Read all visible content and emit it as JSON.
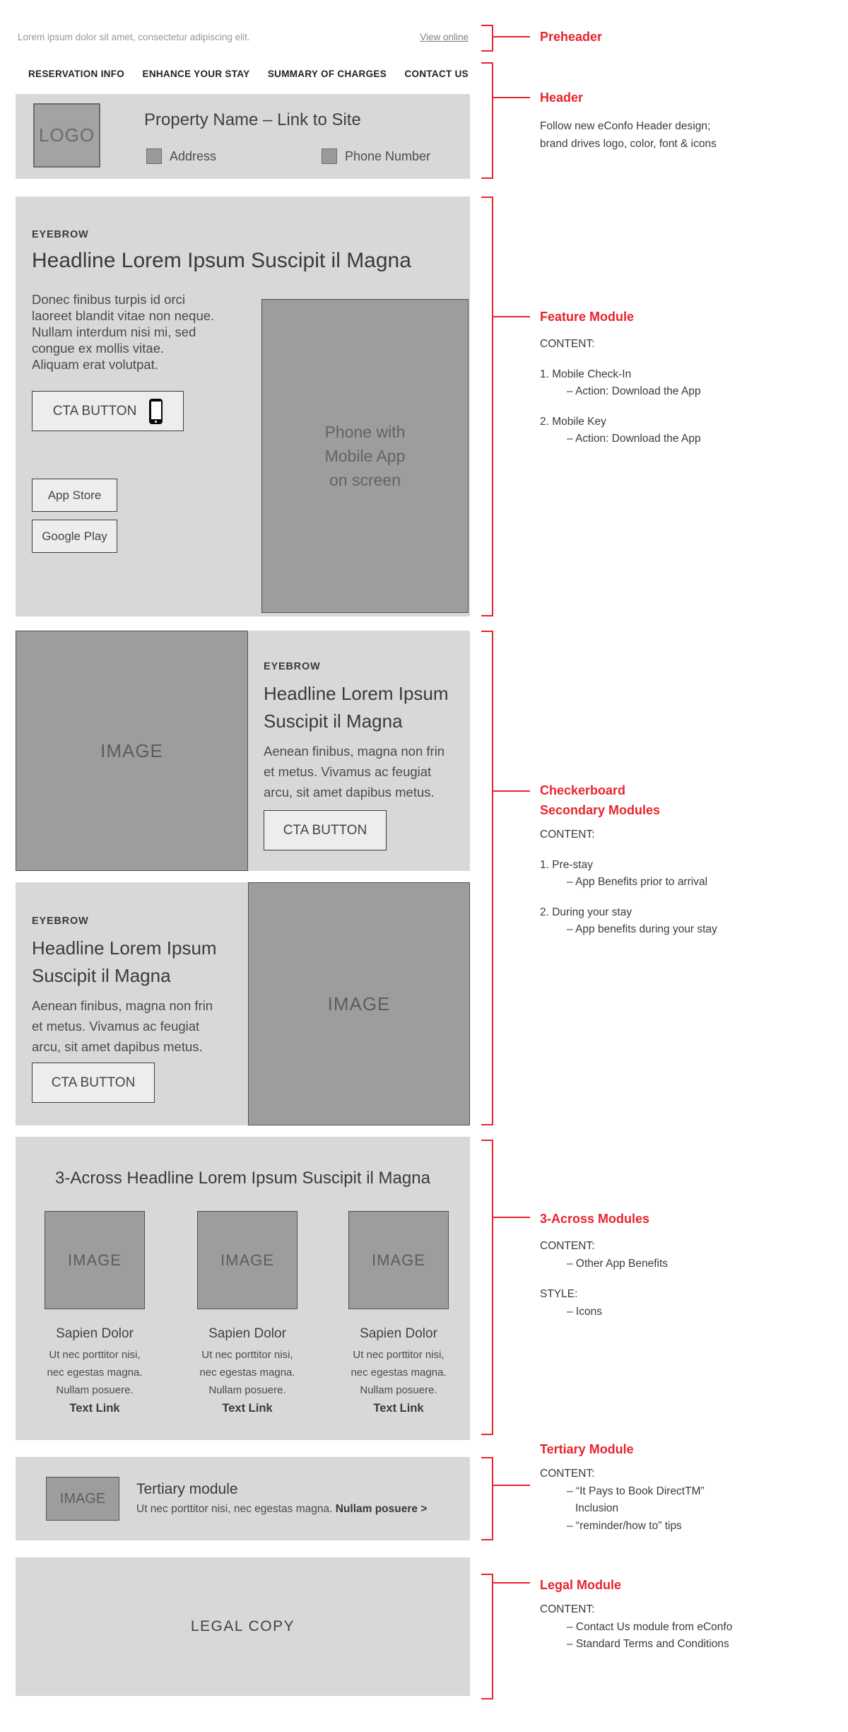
{
  "colors": {
    "accent_red": "#e9232e",
    "module_bg": "#d8d8d8",
    "placeholder_bg": "#9d9d9d"
  },
  "preheader": {
    "text": "Lorem ipsum dolor sit amet, consectetur adipiscing elit.",
    "link": "View online"
  },
  "nav": {
    "items": [
      "RESERVATION INFO",
      "ENHANCE YOUR STAY",
      "SUMMARY OF CHARGES",
      "CONTACT US"
    ]
  },
  "header": {
    "logo": "LOGO",
    "title": "Property Name – Link to Site",
    "address_label": "Address",
    "phone_label": "Phone Number"
  },
  "feature": {
    "eyebrow": "EYEBROW",
    "headline": "Headline Lorem Ipsum Suscipit il Magna",
    "body_lines": [
      "Donec finibus turpis id orci",
      "laoreet blandit vitae non neque.",
      "Nullam interdum nisi mi, sed",
      "congue ex mollis vitae.",
      "Aliquam erat volutpat."
    ],
    "cta_label": "CTA BUTTON",
    "app_store_label": "App Store",
    "google_play_label": "Google Play",
    "image_placeholder": "Phone with\nMobile App\non screen"
  },
  "checkerboard": {
    "modules": [
      {
        "image_label": "IMAGE",
        "eyebrow": "EYEBROW",
        "headline_line1": "Headline Lorem Ipsum",
        "headline_line2": "Suscipit il Magna",
        "body_lines": [
          "Aenean finibus, magna non frin",
          "et metus. Vivamus ac feugiat",
          "arcu, sit amet dapibus metus."
        ],
        "cta_label": "CTA BUTTON"
      },
      {
        "image_label": "IMAGE",
        "eyebrow": "EYEBROW",
        "headline_line1": "Headline Lorem Ipsum",
        "headline_line2": "Suscipit il Magna",
        "body_lines": [
          "Aenean finibus, magna non frin",
          "et metus. Vivamus ac feugiat",
          "arcu, sit amet dapibus metus."
        ],
        "cta_label": "CTA BUTTON"
      }
    ]
  },
  "three_across": {
    "headline": "3-Across Headline Lorem Ipsum Suscipit il Magna",
    "columns": [
      {
        "image_label": "IMAGE",
        "title": "Sapien Dolor",
        "body_lines": [
          "Ut nec porttitor nisi,",
          "nec egestas magna.",
          "Nullam posuere."
        ],
        "link": "Text Link"
      },
      {
        "image_label": "IMAGE",
        "title": "Sapien Dolor",
        "body_lines": [
          "Ut nec porttitor nisi,",
          "nec egestas magna.",
          "Nullam posuere."
        ],
        "link": "Text Link"
      },
      {
        "image_label": "IMAGE",
        "title": "Sapien Dolor",
        "body_lines": [
          "Ut nec porttitor nisi,",
          "nec egestas magna.",
          "Nullam posuere."
        ],
        "link": "Text Link"
      }
    ]
  },
  "tertiary": {
    "image_label": "IMAGE",
    "title": "Tertiary module",
    "body": "Ut nec porttitor nisi, nec egestas magna. ",
    "link": "Nullam posuere >"
  },
  "legal": {
    "placeholder": "LEGAL COPY"
  },
  "annotations": {
    "preheader": {
      "label": "Preheader"
    },
    "header": {
      "label": "Header",
      "lines": [
        "Follow new eConfo Header design;",
        "brand drives logo, color, font & icons"
      ]
    },
    "feature": {
      "label": "Feature Module",
      "content_heading": "CONTENT:",
      "item1": "1. Mobile Check-In",
      "item1_sub": "– Action: Download the App",
      "item2": "2. Mobile Key",
      "item2_sub": "– Action: Download the App"
    },
    "checkerboard": {
      "label_line1": "Checkerboard",
      "label_line2": "Secondary Modules",
      "content_heading": "CONTENT:",
      "item1": "1. Pre-stay",
      "item1_sub": "– App Benefits prior to arrival",
      "item2": "2. During your stay",
      "item2_sub": "– App benefits during your stay"
    },
    "three_across": {
      "label": "3-Across Modules",
      "content_heading": "CONTENT:",
      "content_item": "– Other App Benefits",
      "style_heading": "STYLE:",
      "style_item": "– Icons"
    },
    "tertiary": {
      "label": "Tertiary Module",
      "content_heading": "CONTENT:",
      "item1": "– “It Pays to Book DirectTM”",
      "item1_cont": "Inclusion",
      "item2": "– “reminder/how to” tips"
    },
    "legal": {
      "label": "Legal Module",
      "content_heading": "CONTENT:",
      "item1": "– Contact Us module from eConfo",
      "item2": "– Standard Terms and Conditions"
    }
  }
}
